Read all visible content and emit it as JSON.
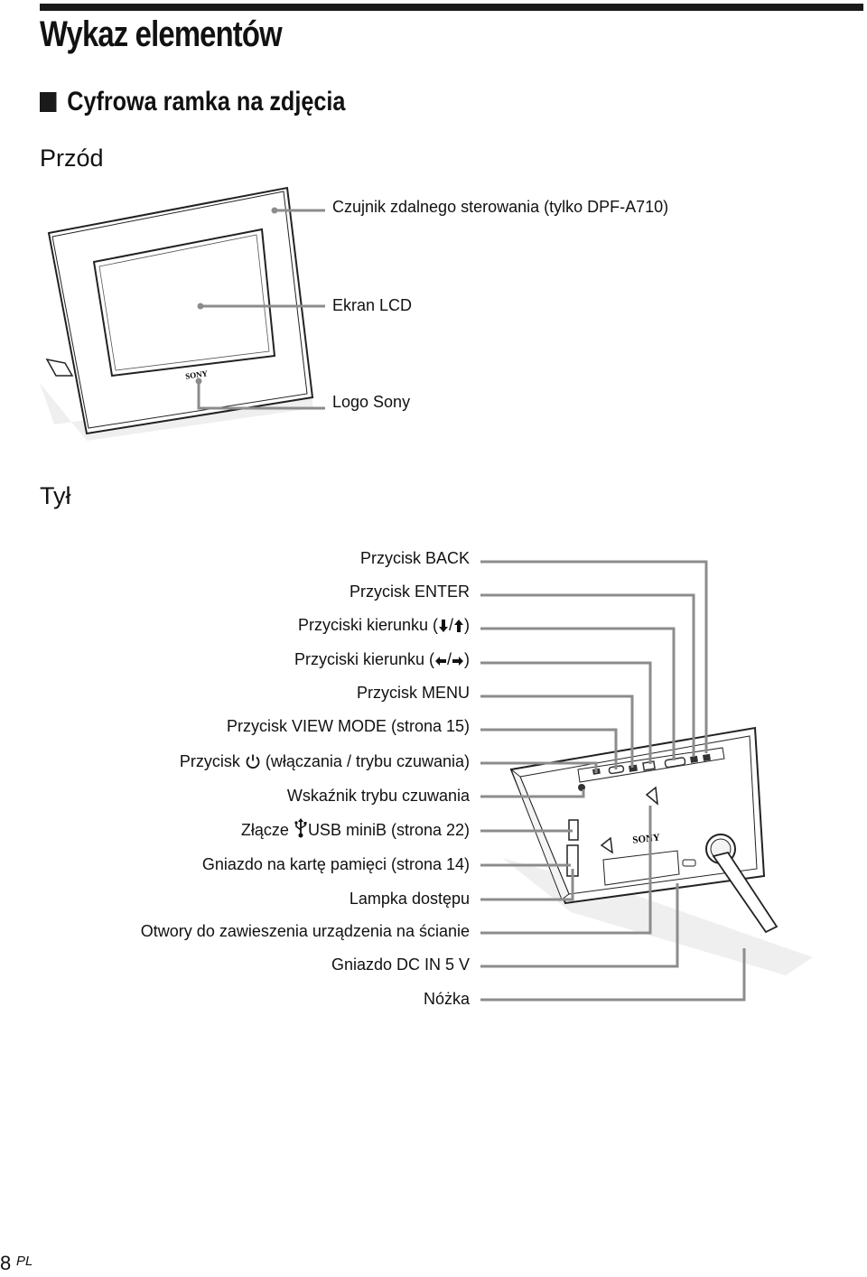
{
  "page": {
    "title": "Wykaz elementów",
    "section": "Cyfrowa ramka na zdjęcia",
    "page_number": "8",
    "page_lang": "PL"
  },
  "front": {
    "heading": "Przód",
    "labels": [
      "Czujnik zdalnego sterowania (tylko DPF-A710)",
      "Ekran LCD",
      "Logo Sony"
    ],
    "logo_text": "SONY"
  },
  "rear": {
    "heading": "Tył",
    "labels": {
      "back": "Przycisk BACK",
      "enter": "Przycisk ENTER",
      "dir_ud_prefix": "Przyciski kierunku (",
      "dir_ud_suffix": ")",
      "dir_lr_prefix": "Przyciski kierunku (",
      "dir_lr_suffix": ")",
      "menu": "Przycisk MENU",
      "view_mode": "Przycisk VIEW MODE (strona 15)",
      "power_prefix": "Przycisk ",
      "power_suffix": " (włączania / trybu czuwania)",
      "standby": "Wskaźnik trybu czuwania",
      "usb_prefix": "Złącze ",
      "usb_suffix": "USB miniB (strona 22)",
      "card_slot": "Gniazdo na kartę pamięci (strona 14)",
      "access_lamp": "Lampka dostępu",
      "wall_holes": "Otwory do zawieszenia urządzenia na ścianie",
      "dc_in": "Gniazdo DC IN 5 V",
      "stand": "Nóżka"
    },
    "logo_text": "SONY",
    "separator": "/"
  },
  "colors": {
    "leader_line": "#8c8c8c",
    "ink": "#111111",
    "rule": "#1a1a1a"
  },
  "icons": [
    "square-bullet-icon",
    "arrow-down-icon",
    "arrow-up-icon",
    "arrow-left-icon",
    "arrow-right-icon",
    "power-icon",
    "usb-icon"
  ]
}
